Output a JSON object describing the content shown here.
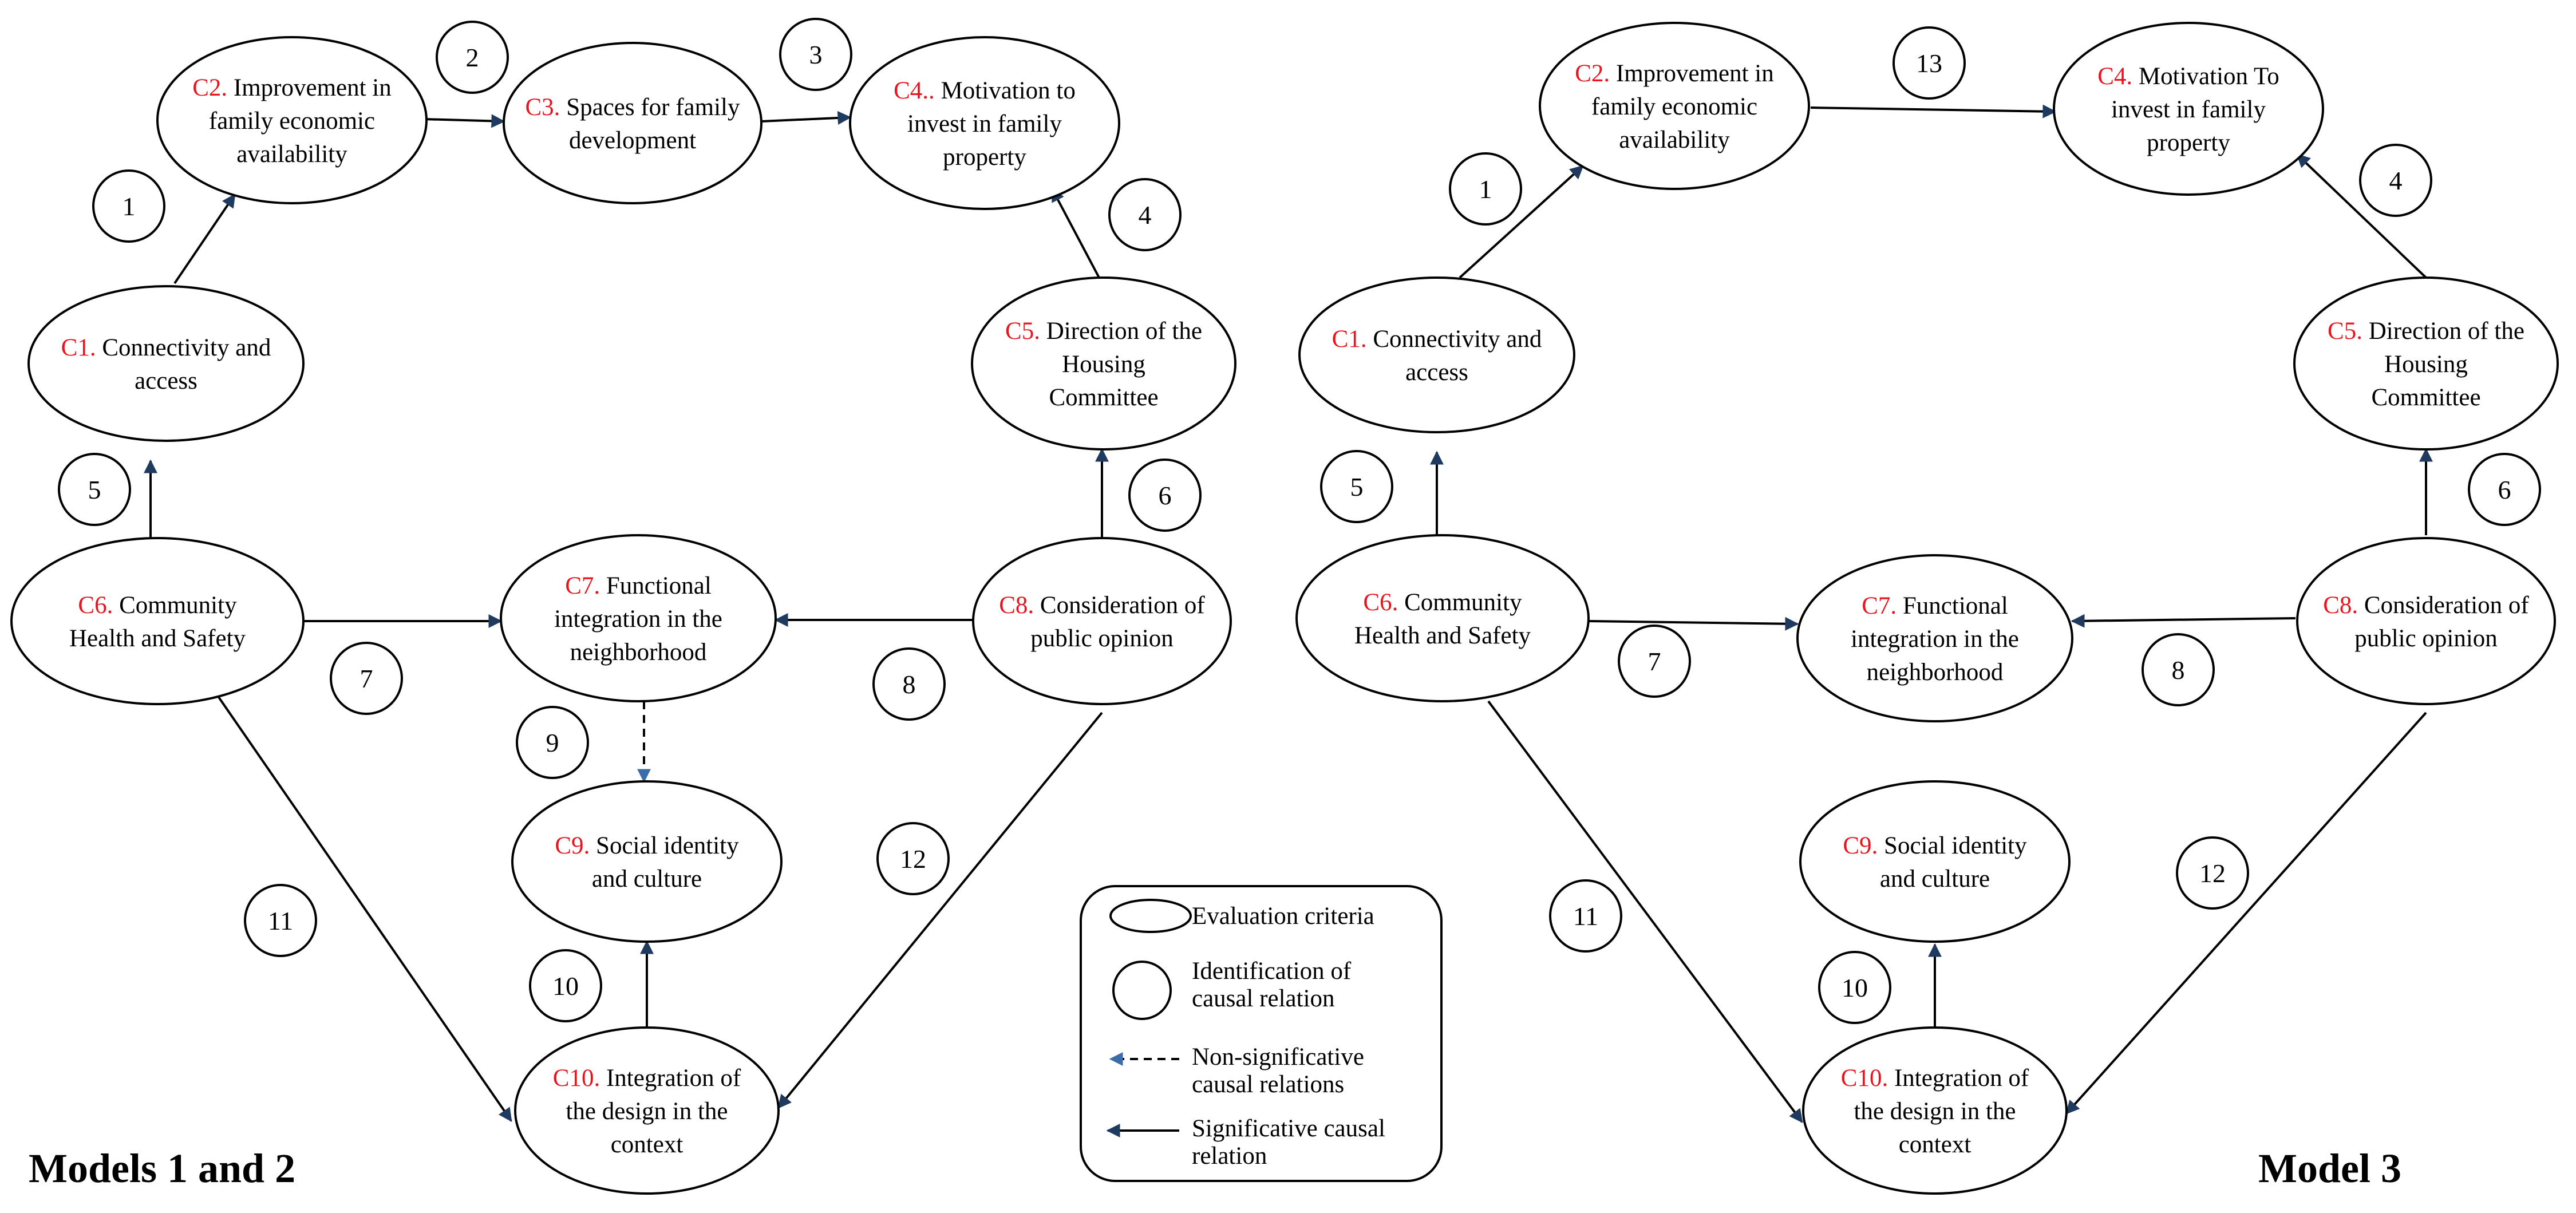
{
  "colors": {
    "code": "#e8141e",
    "stroke": "#000000",
    "edge_marker": "#1f3a5f",
    "nonsig_marker": "#3b6ea8",
    "background": "#ffffff"
  },
  "models": [
    {
      "title": "Models 1 and 2",
      "nodes": [
        {
          "id": "C2",
          "code": "C2.",
          "lines": [
            "Improvement in",
            "family economic",
            "availability"
          ]
        },
        {
          "id": "C3",
          "code": "C3.",
          "lines": [
            "Spaces for family",
            "development"
          ]
        },
        {
          "id": "C4",
          "code": "C4..",
          "lines": [
            "Motivation to",
            "invest in family",
            "property"
          ]
        },
        {
          "id": "C1",
          "code": "C1.",
          "lines": [
            "Connectivity and",
            "access"
          ]
        },
        {
          "id": "C5",
          "code": "C5.",
          "lines": [
            "Direction of the",
            "Housing",
            "Committee"
          ]
        },
        {
          "id": "C6",
          "code": "C6.",
          "lines": [
            "Community",
            "Health and Safety"
          ]
        },
        {
          "id": "C7",
          "code": "C7.",
          "lines": [
            "Functional",
            "integration in the",
            "neighborhood"
          ]
        },
        {
          "id": "C8",
          "code": "C8.",
          "lines": [
            "Consideration of",
            "public opinion"
          ]
        },
        {
          "id": "C9",
          "code": "C9.",
          "lines": [
            "Social identity",
            "and culture"
          ]
        },
        {
          "id": "C10",
          "code": "C10.",
          "lines": [
            "Integration of",
            "the design in the",
            "context"
          ]
        }
      ],
      "edges": [
        {
          "from": "C1",
          "to": "C2",
          "label": "1",
          "significant": true
        },
        {
          "from": "C2",
          "to": "C3",
          "label": "2",
          "significant": true
        },
        {
          "from": "C3",
          "to": "C4",
          "label": "3",
          "significant": true
        },
        {
          "from": "C5",
          "to": "C4",
          "label": "4",
          "significant": true
        },
        {
          "from": "C6",
          "to": "C1",
          "label": "5",
          "significant": true
        },
        {
          "from": "C8",
          "to": "C5",
          "label": "6",
          "significant": true
        },
        {
          "from": "C6",
          "to": "C7",
          "label": "7",
          "significant": true
        },
        {
          "from": "C8",
          "to": "C7",
          "label": "8",
          "significant": true
        },
        {
          "from": "C7",
          "to": "C9",
          "label": "9",
          "significant": false
        },
        {
          "from": "C10",
          "to": "C9",
          "label": "10",
          "significant": true
        },
        {
          "from": "C6",
          "to": "C10",
          "label": "11",
          "significant": true
        },
        {
          "from": "C8",
          "to": "C10",
          "label": "12",
          "significant": true
        }
      ]
    },
    {
      "title": "Model 3",
      "nodes": [
        {
          "id": "C2",
          "code": "C2.",
          "lines": [
            "Improvement in",
            "family economic",
            "availability"
          ]
        },
        {
          "id": "C4",
          "code": "C4.",
          "lines": [
            "Motivation To",
            "invest in family",
            "property"
          ]
        },
        {
          "id": "C1",
          "code": "C1.",
          "lines": [
            "Connectivity and",
            "access"
          ]
        },
        {
          "id": "C5",
          "code": "C5.",
          "lines": [
            "Direction of the",
            "Housing",
            "Committee"
          ]
        },
        {
          "id": "C6",
          "code": "C6.",
          "lines": [
            "Community",
            "Health and Safety"
          ]
        },
        {
          "id": "C7",
          "code": "C7.",
          "lines": [
            "Functional",
            "integration in the",
            "neighborhood"
          ]
        },
        {
          "id": "C8",
          "code": "C8.",
          "lines": [
            "Consideration of",
            "public opinion"
          ]
        },
        {
          "id": "C9",
          "code": "C9.",
          "lines": [
            "Social identity",
            "and culture"
          ]
        },
        {
          "id": "C10",
          "code": "C10.",
          "lines": [
            "Integration of",
            "the design in the",
            "context"
          ]
        }
      ],
      "edges": [
        {
          "from": "C1",
          "to": "C2",
          "label": "1",
          "significant": true
        },
        {
          "from": "C2",
          "to": "C4",
          "label": "13",
          "significant": true
        },
        {
          "from": "C5",
          "to": "C4",
          "label": "4",
          "significant": true
        },
        {
          "from": "C6",
          "to": "C1",
          "label": "5",
          "significant": true
        },
        {
          "from": "C8",
          "to": "C5",
          "label": "6",
          "significant": true
        },
        {
          "from": "C6",
          "to": "C7",
          "label": "7",
          "significant": true
        },
        {
          "from": "C8",
          "to": "C7",
          "label": "8",
          "significant": true
        },
        {
          "from": "C10",
          "to": "C9",
          "label": "10",
          "significant": true
        },
        {
          "from": "C6",
          "to": "C10",
          "label": "11",
          "significant": true
        },
        {
          "from": "C8",
          "to": "C10",
          "label": "12",
          "significant": true
        }
      ]
    }
  ],
  "legend": {
    "items": [
      {
        "symbol": "ellipse",
        "lines": [
          "Evaluation criteria"
        ]
      },
      {
        "symbol": "circle",
        "lines": [
          "Identification of",
          "causal relation"
        ]
      },
      {
        "symbol": "dashed-arrow",
        "lines": [
          "Non-significative",
          "causal relations"
        ]
      },
      {
        "symbol": "solid-arrow",
        "lines": [
          "Significative causal",
          "relation"
        ]
      }
    ]
  }
}
